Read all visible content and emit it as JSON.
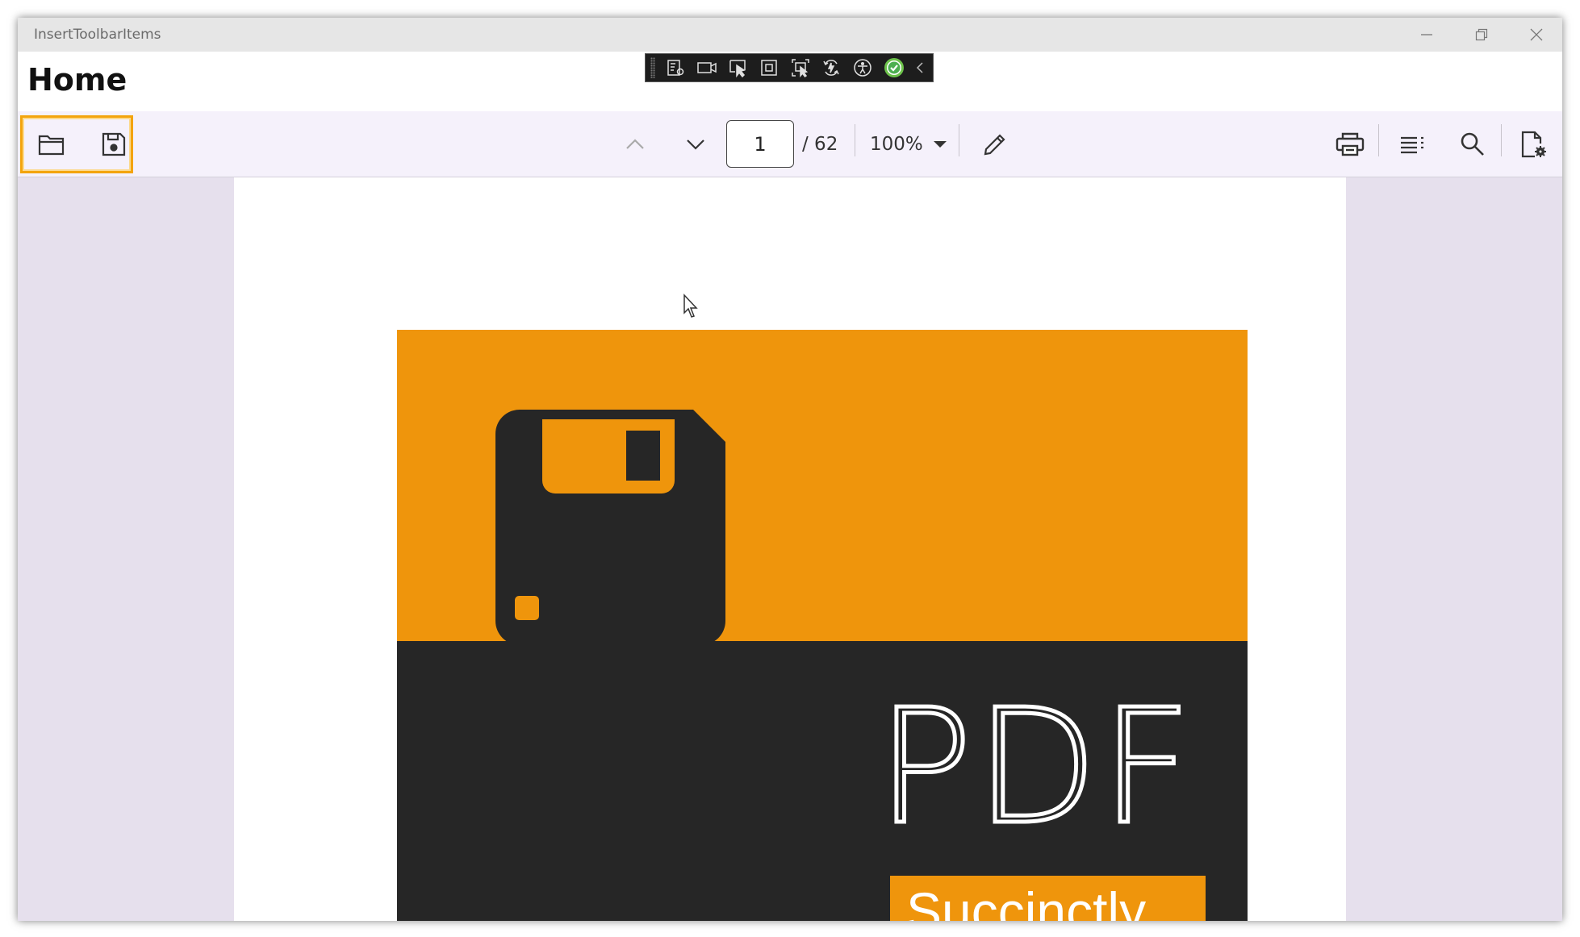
{
  "window": {
    "title": "InsertToolbarItems"
  },
  "page": {
    "title": "Home"
  },
  "debug_toolbar": {
    "icons": [
      "visual-tree-icon",
      "record-icon",
      "select-element-icon",
      "display-layout-adorners-icon",
      "track-focus-icon",
      "hot-reload-icon",
      "accessibility-icon",
      "status-ok-icon",
      "collapse-chevron-icon"
    ]
  },
  "toolbar": {
    "current_page": "1",
    "total_pages": "/ 62",
    "zoom": "100%",
    "highlight_color": "#f3a40d"
  },
  "document": {
    "cover_word": "PDF",
    "cover_subtitle": "Succinctly",
    "accent_color": "#ef950c",
    "dark_color": "#262626"
  }
}
